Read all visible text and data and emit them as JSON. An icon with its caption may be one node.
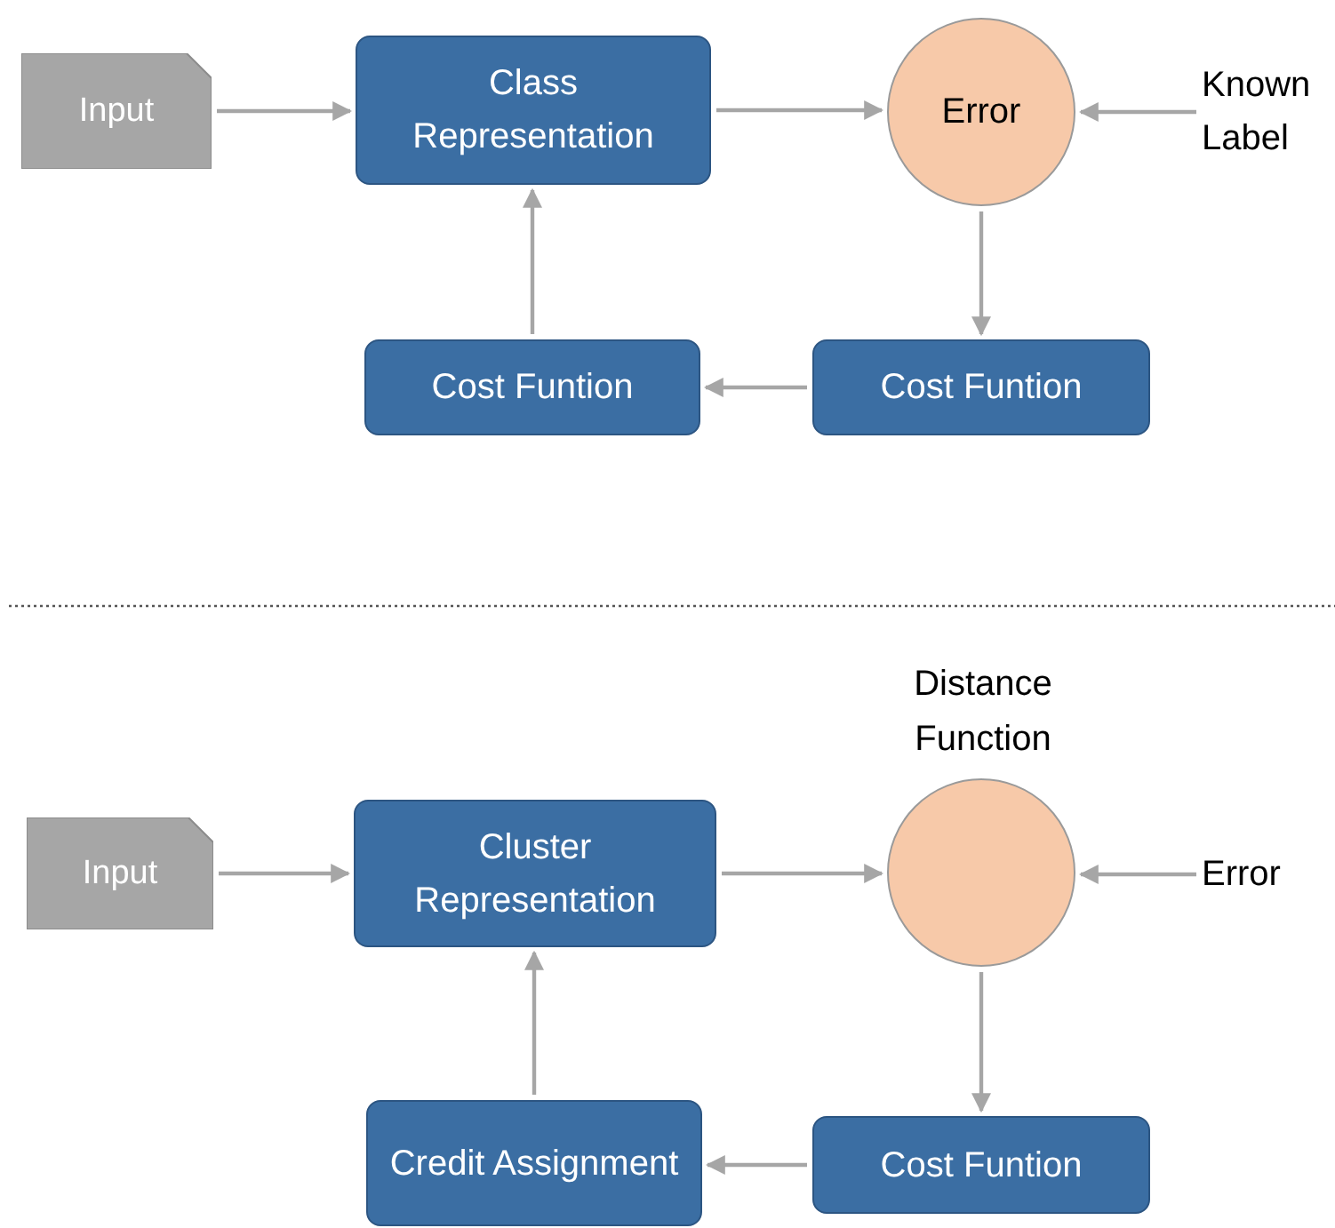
{
  "diagram": {
    "nodes": [
      {
        "text": [
          "Input"
        ]
      },
      {
        "text": [
          "Class Representation"
        ]
      },
      {
        "text": [
          "Error"
        ]
      },
      {
        "text": [
          "Known Label"
        ]
      },
      {
        "text": [
          "Cost Funtion"
        ]
      },
      {
        "text": [
          "Cost Funtion"
        ]
      },
      {
        "text": [
          "Input"
        ]
      },
      {
        "text": [
          "Cluster Representation"
        ]
      },
      {
        "text": [],
        "shape": "circle",
        "beside": [
          "Distance Function"
        ]
      },
      {
        "text": [
          "Error"
        ]
      },
      {
        "text": [
          "Cost Funtion"
        ]
      },
      {
        "text": [
          "Credit Assignment"
        ]
      }
    ],
    "edges": [
      {
        "from": 0,
        "to": 1,
        "arrow": "to"
      },
      {
        "from": 1,
        "to": 2,
        "arrow": "to"
      },
      {
        "from": 3,
        "to": 2,
        "arrow": "to"
      },
      {
        "from": 2,
        "to": 4,
        "arrow": "to"
      },
      {
        "from": 4,
        "to": 5,
        "arrow": "to"
      },
      {
        "from": 5,
        "to": 1,
        "arrow": "to"
      },
      {
        "from": 6,
        "to": 7,
        "arrow": "to"
      },
      {
        "from": 7,
        "to": 8,
        "arrow": "to"
      },
      {
        "from": 9,
        "to": 8,
        "arrow": "to"
      },
      {
        "from": 8,
        "to": 10,
        "arrow": "to"
      },
      {
        "from": 10,
        "to": 11,
        "arrow": "to"
      },
      {
        "from": 11,
        "to": 7,
        "arrow": "to"
      }
    ]
  }
}
